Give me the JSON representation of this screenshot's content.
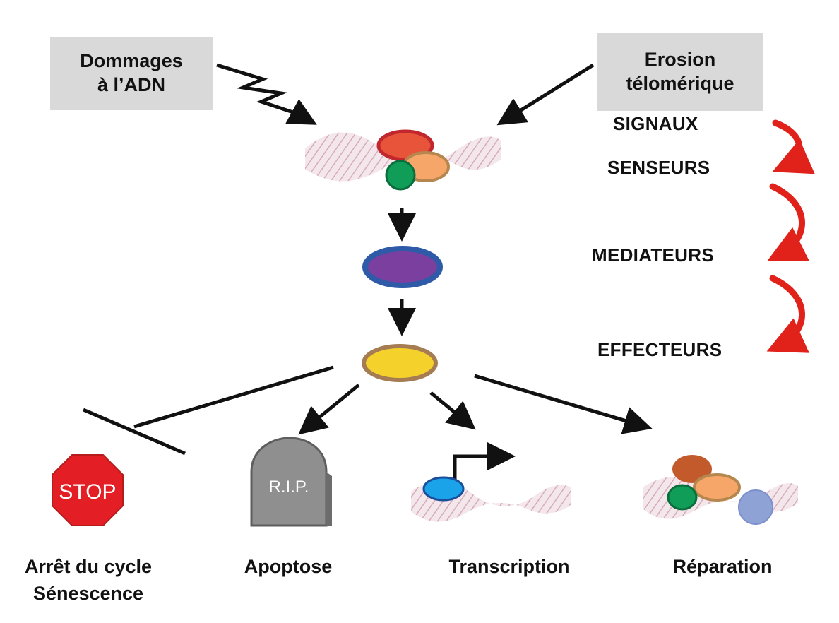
{
  "inputs": {
    "dna_damage": [
      "Dommages",
      "à l’ADN"
    ],
    "telomere_erosion": [
      "Erosion",
      "télomérique"
    ]
  },
  "stages": [
    "SIGNAUX",
    "SENSEURS",
    "MEDIATEURS",
    "EFFECTEURS"
  ],
  "outcomes": {
    "cycle_arrest": [
      "Arrêt du cycle",
      "Sénescence"
    ],
    "apoptosis": "Apoptose",
    "transcription": "Transcription",
    "repair": "Réparation"
  },
  "icons": {
    "stop_sign_text": "STOP",
    "tombstone_text": "R.I.P."
  },
  "colors": {
    "box_fill": "#d9d9d9",
    "arrow": "#111111",
    "cycle_arrow": "#e0221b",
    "dna": "#d8b8c2",
    "sensor_red": "#c1272d",
    "sensor_orange": "#f7941d",
    "sensor_green": "#0f9d58",
    "mediator_purple": "#7b3fa0",
    "mediator_blue": "#2e5aa8",
    "effector_yellow": "#f4d22b",
    "effector_brown": "#a67c52",
    "stop_red": "#e31e24",
    "tomb_gray": "#8a8a8a"
  }
}
